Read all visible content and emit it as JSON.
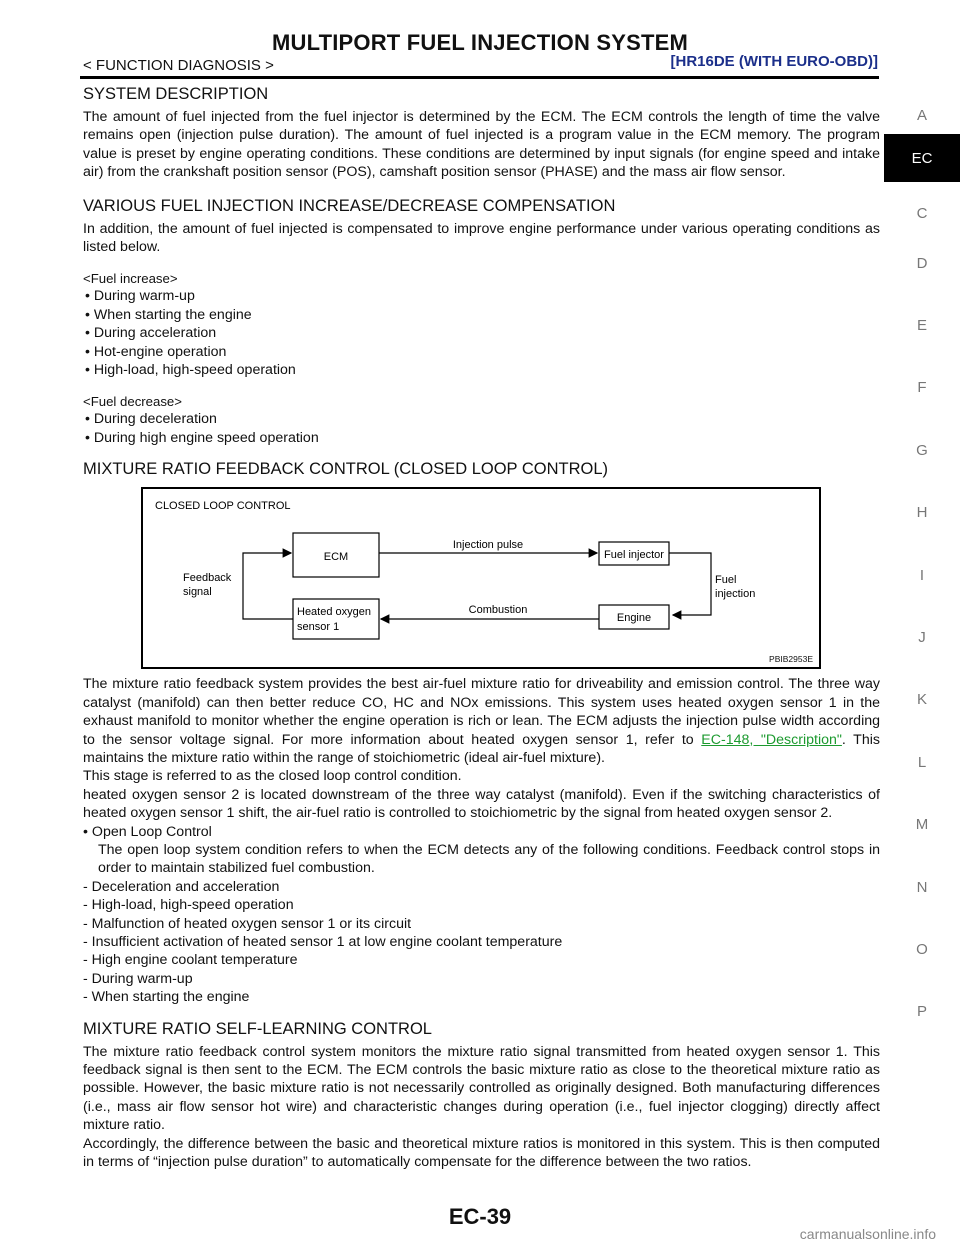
{
  "header": {
    "title": "MULTIPORT FUEL INJECTION SYSTEM",
    "breadcrumb": "< FUNCTION DIAGNOSIS >",
    "model": "[HR16DE (WITH EURO-OBD)]"
  },
  "sections": {
    "system_description": {
      "heading": "SYSTEM DESCRIPTION",
      "text": "The amount of fuel injected from the fuel injector is determined by the ECM. The ECM controls the length of time the valve remains open (injection pulse duration). The amount of fuel injected is a program value in the ECM memory. The program value is preset by engine operating conditions. These conditions are determined by input signals (for engine speed and intake air) from the crankshaft position sensor (POS), camshaft position sensor (PHASE) and the mass air flow sensor."
    },
    "compensation": {
      "heading": "VARIOUS FUEL INJECTION INCREASE/DECREASE COMPENSATION",
      "text": "In addition, the amount of fuel injected is compensated to improve engine performance under various operating conditions as listed below.",
      "increase_tag": "<Fuel increase>",
      "increase_items": [
        "• During warm-up",
        "• When starting the engine",
        "• During acceleration",
        "• Hot-engine operation",
        "• High-load, high-speed operation"
      ],
      "decrease_tag": "<Fuel decrease>",
      "decrease_items": [
        "• During deceleration",
        "• During high engine speed operation"
      ]
    },
    "feedback": {
      "heading": "MIXTURE RATIO FEEDBACK CONTROL (CLOSED LOOP CONTROL)",
      "figure": {
        "title": "CLOSED LOOP CONTROL",
        "ecm": "ECM",
        "injection_pulse": "Injection pulse",
        "fuel_injector": "Fuel injector",
        "feedback_line1": "Feedback",
        "feedback_line2": "signal",
        "fuel_line1": "Fuel",
        "fuel_line2": "injection",
        "sensor_line1": "Heated oxygen",
        "sensor_line2": "sensor 1",
        "combustion": "Combustion",
        "engine": "Engine",
        "code": "PBIB2953E"
      },
      "para1_before": "The mixture ratio feedback system provides the best air-fuel mixture ratio for driveability and emission control. The three way catalyst (manifold) can then better reduce CO, HC and NOx emissions. This system uses heated oxygen sensor 1 in the exhaust manifold to monitor whether the engine operation is rich or lean. The ECM adjusts the injection pulse width according to the sensor voltage signal. For more information about heated oxygen sensor 1, refer to ",
      "link": "EC-148, \"Description\"",
      "para1_after": ". This maintains the mixture ratio within the range of stoichiometric (ideal air-fuel mixture).",
      "para2": "This stage is referred to as the closed loop control condition.",
      "para3": "heated oxygen sensor 2 is located downstream of the three way catalyst (manifold). Even if the switching characteristics of heated oxygen sensor 1 shift, the air-fuel ratio is controlled to stoichiometric by the signal from heated oxygen sensor 2.",
      "open_loop_title": "• Open Loop Control",
      "open_loop_text": "The open loop system condition refers to when the ECM detects any of the following conditions. Feedback control stops in order to maintain stabilized fuel combustion.",
      "conditions": [
        "- Deceleration and acceleration",
        "- High-load, high-speed operation",
        "- Malfunction of heated oxygen sensor 1 or its circuit",
        "- Insufficient activation of heated sensor 1 at low engine coolant temperature",
        "- High engine coolant temperature",
        "- During warm-up",
        "- When starting the engine"
      ]
    },
    "self_learning": {
      "heading": "MIXTURE RATIO SELF-LEARNING CONTROL",
      "para1": "The mixture ratio feedback control system monitors the mixture ratio signal transmitted from heated oxygen sensor 1. This feedback signal is then sent to the ECM. The ECM controls the basic mixture ratio as close to the theoretical mixture ratio as possible. However, the basic mixture ratio is not necessarily controlled as originally designed. Both manufacturing differences (i.e., mass air flow sensor hot wire) and characteristic changes during operation (i.e., fuel injector clogging) directly affect mixture ratio.",
      "para2": "Accordingly, the difference between the basic and theoretical mixture ratios is monitored in this system. This is then computed in terms of “injection pulse duration” to automatically compensate for the difference between the two ratios."
    }
  },
  "sidebar": {
    "tabs": [
      "A",
      "EC",
      "C",
      "D",
      "E",
      "F",
      "G",
      "H",
      "I",
      "J",
      "K",
      "L",
      "M",
      "N",
      "O",
      "P"
    ],
    "active": "EC"
  },
  "footer": {
    "page_number": "EC-39",
    "watermark": "carmanualsonline.info"
  }
}
